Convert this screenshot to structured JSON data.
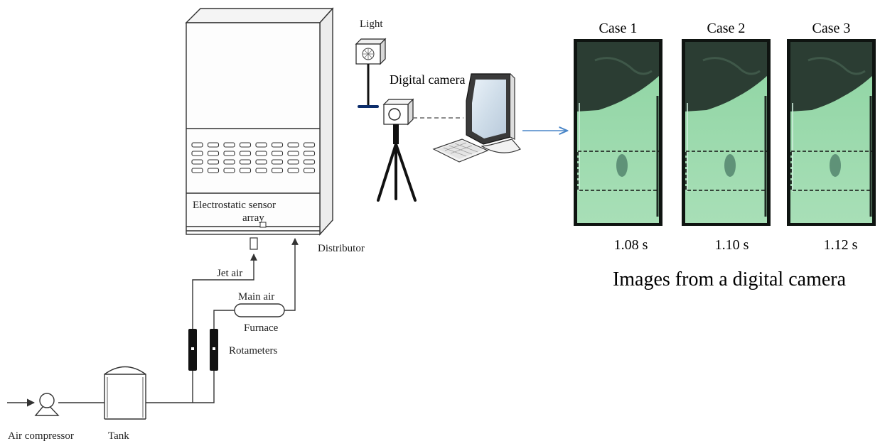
{
  "labels": {
    "light": "Light",
    "digital_camera": "Digital camera",
    "sensor_line1": "Electrostatic sensor",
    "sensor_line2": "array",
    "distributor": "Distributor",
    "jet_air": "Jet air",
    "main_air": "Main air",
    "furnace": "Furnace",
    "rotameters": "Rotameters",
    "air_compressor": "Air compressor",
    "tank": "Tank"
  },
  "photos": {
    "caption": "Images from a digital camera",
    "cases": [
      {
        "label": "Case 1",
        "time": "1.08 s"
      },
      {
        "label": "Case 2",
        "time": "1.10 s"
      },
      {
        "label": "Case 3",
        "time": "1.12 s"
      }
    ]
  },
  "colors": {
    "bed_green": "#9fdcb0",
    "dark_top": "#2b3d33",
    "arrow_blue": "#4a86c8"
  }
}
